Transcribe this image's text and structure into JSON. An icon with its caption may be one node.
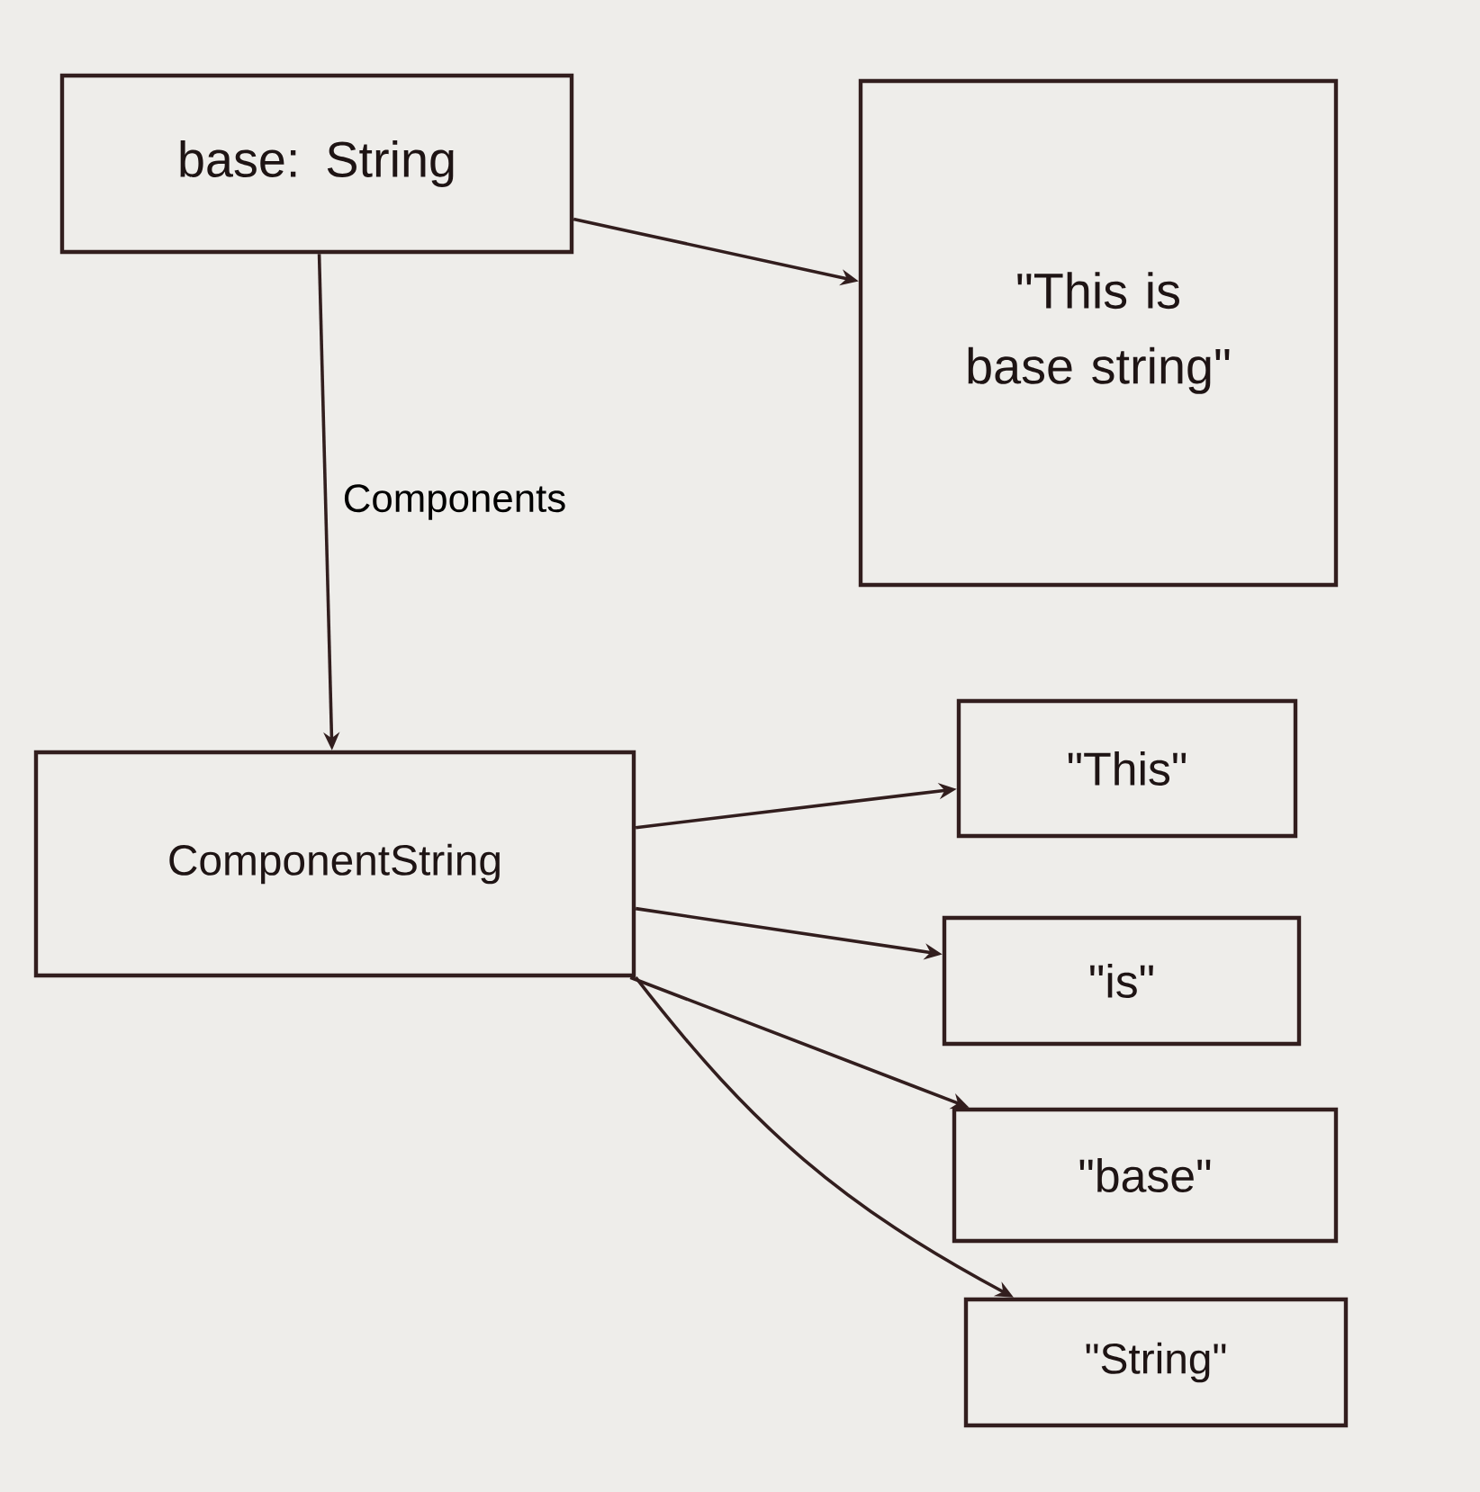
{
  "diagram": {
    "nodes": [
      {
        "text": [
          "base: String"
        ]
      },
      {
        "text": [
          "\"This is base string\""
        ]
      },
      {
        "text": [
          "ComponentString"
        ]
      },
      {
        "text": [
          "\"This\""
        ]
      },
      {
        "text": [
          "\"is\""
        ]
      },
      {
        "text": [
          "\"base\""
        ]
      },
      {
        "text": [
          "\"String\""
        ]
      }
    ],
    "edges": [
      {
        "from": 0,
        "to": 1,
        "arrow": "to"
      },
      {
        "from": 0,
        "to": 2,
        "arrow": "to",
        "label": "Components"
      },
      {
        "from": 2,
        "to": 3,
        "arrow": "to"
      },
      {
        "from": 2,
        "to": 4,
        "arrow": "to"
      },
      {
        "from": 2,
        "to": 5,
        "arrow": "to"
      },
      {
        "from": 2,
        "to": 6,
        "arrow": "to"
      }
    ]
  }
}
